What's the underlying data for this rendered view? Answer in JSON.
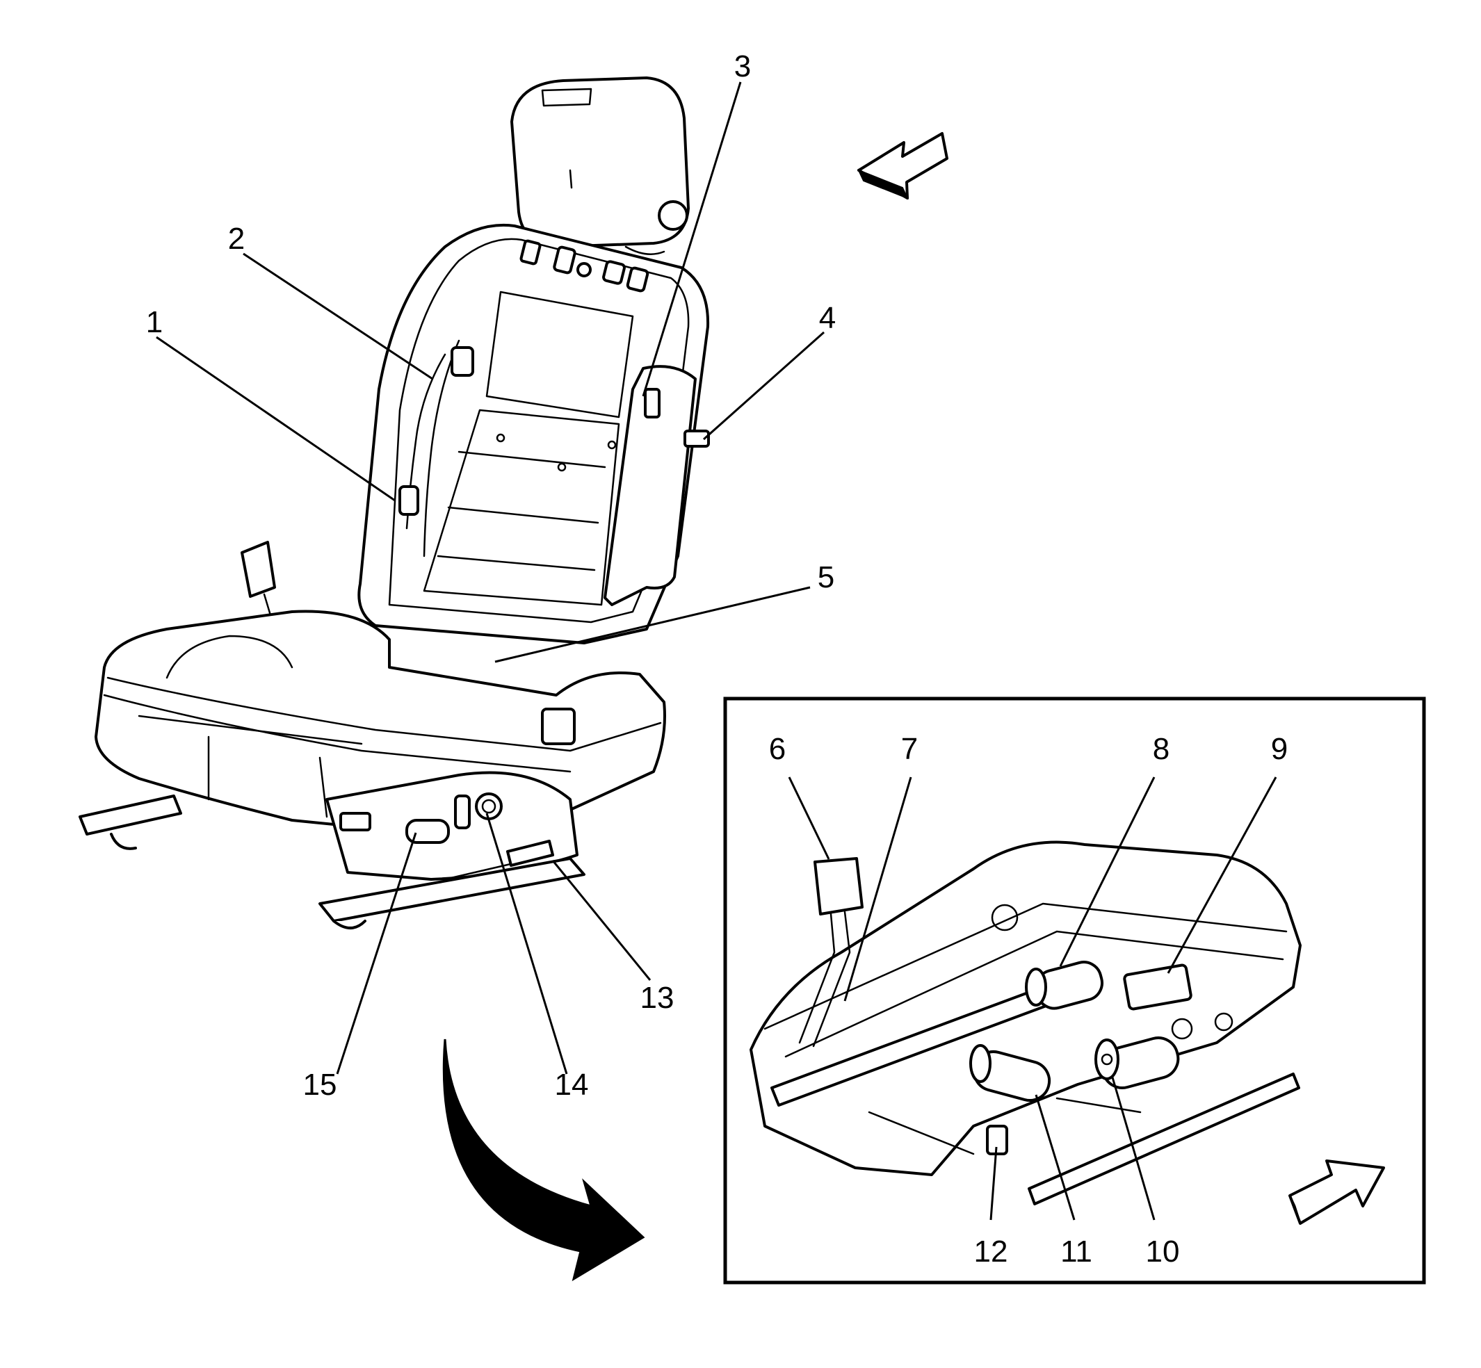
{
  "colors": {
    "ink": "#000000",
    "paper": "#ffffff"
  },
  "callouts": {
    "c1": "1",
    "c2": "2",
    "c3": "3",
    "c4": "4",
    "c5": "5",
    "c6": "6",
    "c7": "7",
    "c8": "8",
    "c9": "9",
    "c10": "10",
    "c11": "11",
    "c12": "12",
    "c13": "13",
    "c14": "14",
    "c15": "15"
  },
  "icons": {
    "direction_arrow_top": "forward-direction-arrow-icon",
    "direction_arrow_bottom": "forward-direction-arrow-icon",
    "detail_arrow": "curved-detail-arrow-icon"
  }
}
